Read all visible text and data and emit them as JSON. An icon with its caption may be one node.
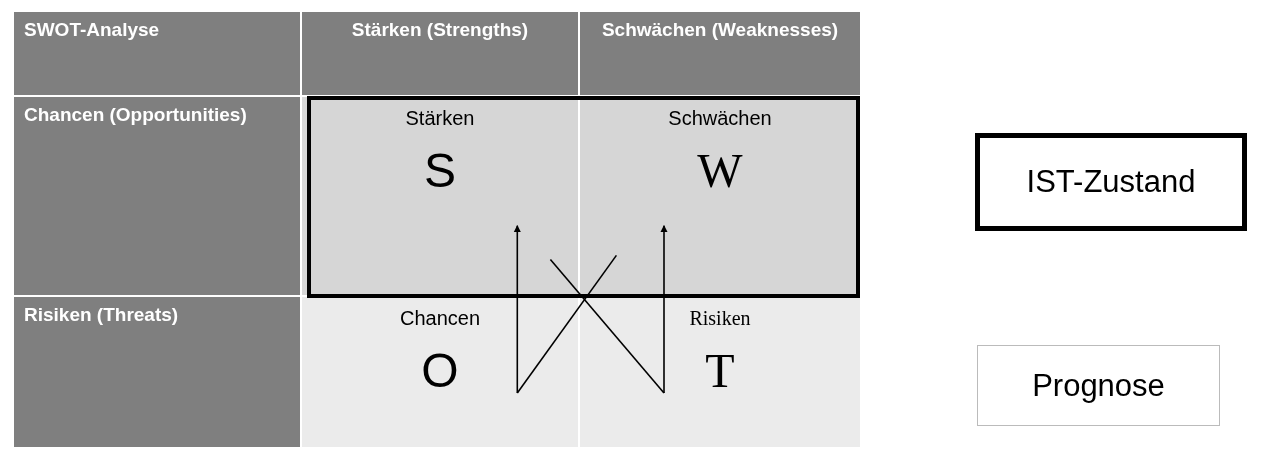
{
  "diagram": {
    "nodes": [
      {
        "text": [
          "Stärken",
          "S"
        ]
      },
      {
        "text": [
          "Schwächen",
          "W"
        ]
      },
      {
        "text": [
          "Chancen",
          "O"
        ]
      },
      {
        "text": [
          "Risiken",
          "T"
        ]
      },
      {
        "text": [
          "IST-Zustand"
        ]
      },
      {
        "text": [
          "Prognose"
        ]
      }
    ],
    "edges": [
      {
        "from": 2,
        "to": 0,
        "arrow": "to"
      },
      {
        "from": 3,
        "to": 1,
        "arrow": "to"
      },
      {
        "from": 2,
        "to": 1,
        "arrow": "none"
      },
      {
        "from": 3,
        "to": 0,
        "arrow": "none"
      }
    ],
    "labels": [
      "SWOT-Analyse",
      "Stärken (Strengths)",
      "Schwächen (Weaknesses)",
      "Chancen (Opportunities)",
      "Risiken (Threats)"
    ]
  }
}
